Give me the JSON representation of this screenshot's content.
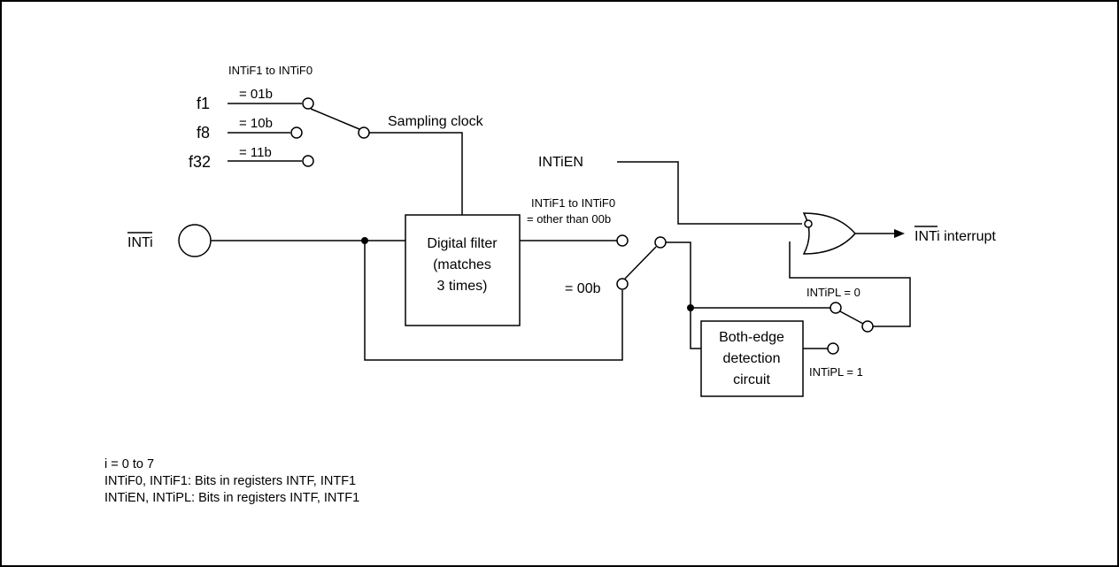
{
  "sel1": {
    "title": "INTiF1 to INTiF0",
    "inputs": [
      {
        "clock": "f1",
        "code": "= 01b"
      },
      {
        "clock": "f8",
        "code": "= 10b"
      },
      {
        "clock": "f32",
        "code": "= 11b"
      }
    ]
  },
  "sampling_clock": "Sampling clock",
  "input_pin": {
    "label": "INTi"
  },
  "filter": {
    "line1": "Digital filter",
    "line2": "(matches",
    "line3": "3 times)"
  },
  "sel2": {
    "title": "INTiF1 to INTiF0",
    "other": "= other than 00b",
    "zero": "= 00b"
  },
  "enable": "INTiEN",
  "output": {
    "signal": "INTi",
    "suffix": " interrupt"
  },
  "polarity": {
    "pl0": "INTiPL = 0",
    "pl1": "INTiPL = 1"
  },
  "edge": {
    "line1": "Both-edge",
    "line2": "detection",
    "line3": "circuit"
  },
  "notes": [
    "i = 0 to 7",
    "INTiF0, INTiF1: Bits in registers INTF, INTF1",
    "INTiEN, INTiPL: Bits in registers INTF, INTF1"
  ]
}
